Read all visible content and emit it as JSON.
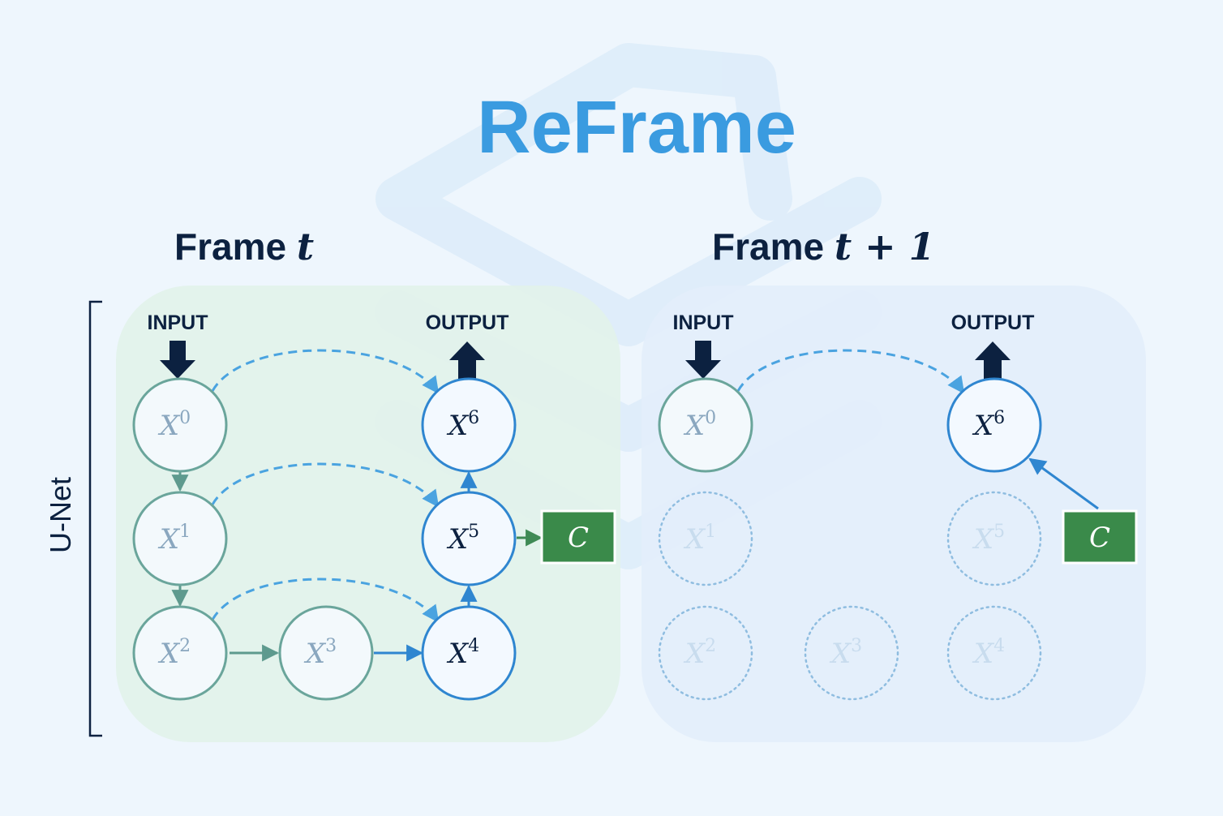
{
  "title": "ReFrame",
  "side_label": "U-Net",
  "colors": {
    "background": "#eef6fd",
    "accent": "#3a9be0",
    "dark": "#0c2140",
    "active_node": "#2f86d0",
    "cached_node": "#6aa59b",
    "skipped_node": "#8fbde0",
    "condition": "#3a8a4a"
  },
  "frames": [
    {
      "label_word": "Frame",
      "label_var": "t",
      "input_label": "INPUT",
      "output_label": "OUTPUT",
      "panel_color": "#e2f2ea",
      "nodes": [
        {
          "id": "X0",
          "base": "X",
          "sup": "0",
          "state": "cached"
        },
        {
          "id": "X1",
          "base": "X",
          "sup": "1",
          "state": "cached"
        },
        {
          "id": "X2",
          "base": "X",
          "sup": "2",
          "state": "cached"
        },
        {
          "id": "X3",
          "base": "X",
          "sup": "3",
          "state": "cached"
        },
        {
          "id": "X4",
          "base": "X",
          "sup": "4",
          "state": "active"
        },
        {
          "id": "X5",
          "base": "X",
          "sup": "5",
          "state": "active"
        },
        {
          "id": "X6",
          "base": "X",
          "sup": "6",
          "state": "active"
        }
      ],
      "condition_label": "C"
    },
    {
      "label_word": "Frame",
      "label_var": "t + 1",
      "input_label": "INPUT",
      "output_label": "OUTPUT",
      "panel_color": "#e3eefb",
      "nodes": [
        {
          "id": "X0",
          "base": "X",
          "sup": "0",
          "state": "cached"
        },
        {
          "id": "X1",
          "base": "X",
          "sup": "1",
          "state": "skipped"
        },
        {
          "id": "X2",
          "base": "X",
          "sup": "2",
          "state": "skipped"
        },
        {
          "id": "X3",
          "base": "X",
          "sup": "3",
          "state": "skipped"
        },
        {
          "id": "X4",
          "base": "X",
          "sup": "4",
          "state": "skipped"
        },
        {
          "id": "X5",
          "base": "X",
          "sup": "5",
          "state": "skipped"
        },
        {
          "id": "X6",
          "base": "X",
          "sup": "6",
          "state": "active"
        }
      ],
      "condition_label": "C"
    }
  ]
}
